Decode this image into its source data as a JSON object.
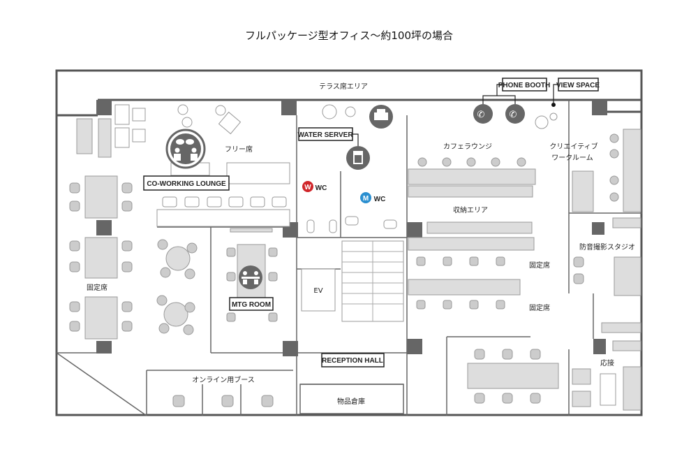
{
  "title": "フルパッケージ型オフィス〜約100坪の場合",
  "areas": {
    "terrace": "テラス席エリア",
    "free_seats": "フリー席",
    "cafe_lounge": "カフェラウンジ",
    "creative_1": "クリエイティブ",
    "creative_2": "ワークルーム",
    "storage_area": "収納エリア",
    "studio": "防音撮影スタジオ",
    "fixed_left": "固定席",
    "fixed_right_1": "固定席",
    "fixed_right_2": "固定席",
    "reception": "応接",
    "online_booth": "オンライン用ブース",
    "warehouse": "物品倉庫",
    "ev": "EV"
  },
  "tags": {
    "coworking": "CO-WORKING LOUNGE",
    "water_server": "WATER SERVER",
    "phone_booth": "PHONE BOOTH",
    "view_space": "VIEW SPACE",
    "mtg_room": "MTG ROOM",
    "reception_hall": "RECEPTION HALL",
    "wc_women_badge": "W",
    "wc_women": "WC",
    "wc_men_badge": "M",
    "wc_men": "WC"
  },
  "colors": {
    "women": "#d0262a",
    "men": "#2a8fd0",
    "icon": "#666666"
  }
}
